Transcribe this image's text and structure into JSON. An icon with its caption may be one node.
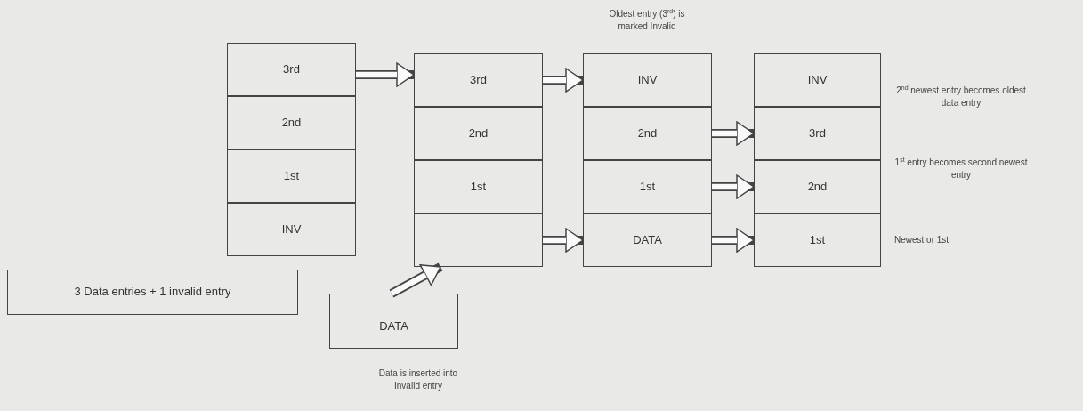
{
  "diagram": {
    "nodes": [
      {
        "text": [
          "3rd"
        ]
      },
      {
        "text": [
          "2nd"
        ]
      },
      {
        "text": [
          "1st"
        ]
      },
      {
        "text": [
          "INV"
        ]
      },
      {
        "text": [
          "3rd"
        ]
      },
      {
        "text": [
          "2nd"
        ]
      },
      {
        "text": [
          "1st"
        ]
      },
      {
        "text": [],
        "shape": "box"
      },
      {
        "text": [
          "INV"
        ]
      },
      {
        "text": [
          "2nd"
        ]
      },
      {
        "text": [
          "1st"
        ]
      },
      {
        "text": [
          "DATA"
        ]
      },
      {
        "text": [
          "INV"
        ]
      },
      {
        "text": [
          "3rd"
        ]
      },
      {
        "text": [
          "2nd"
        ]
      },
      {
        "text": [
          "1st"
        ]
      },
      {
        "text": [
          "3 Data entries + 1 invalid entry"
        ]
      },
      {
        "text": [
          "DATA"
        ]
      }
    ],
    "edges": [
      {
        "from": 0,
        "to": 4,
        "arrow": "to"
      },
      {
        "from": 4,
        "to": 8,
        "arrow": "to"
      },
      {
        "from": 7,
        "to": 11,
        "arrow": "to"
      },
      {
        "from": 9,
        "to": 13,
        "arrow": "to"
      },
      {
        "from": 10,
        "to": 14,
        "arrow": "to"
      },
      {
        "from": 11,
        "to": 15,
        "arrow": "to"
      },
      {
        "from": 17,
        "to": 7,
        "arrow": "to"
      }
    ],
    "labels": [
      "Oldest entry (3$^{rd}$) is marked Invalid",
      "2$^{nd}$ newest entry becomes oldest data entry",
      "1$^{st}$ entry becomes second newest entry",
      "Newest or 1st",
      "Data is inserted into Invalid entry"
    ]
  }
}
